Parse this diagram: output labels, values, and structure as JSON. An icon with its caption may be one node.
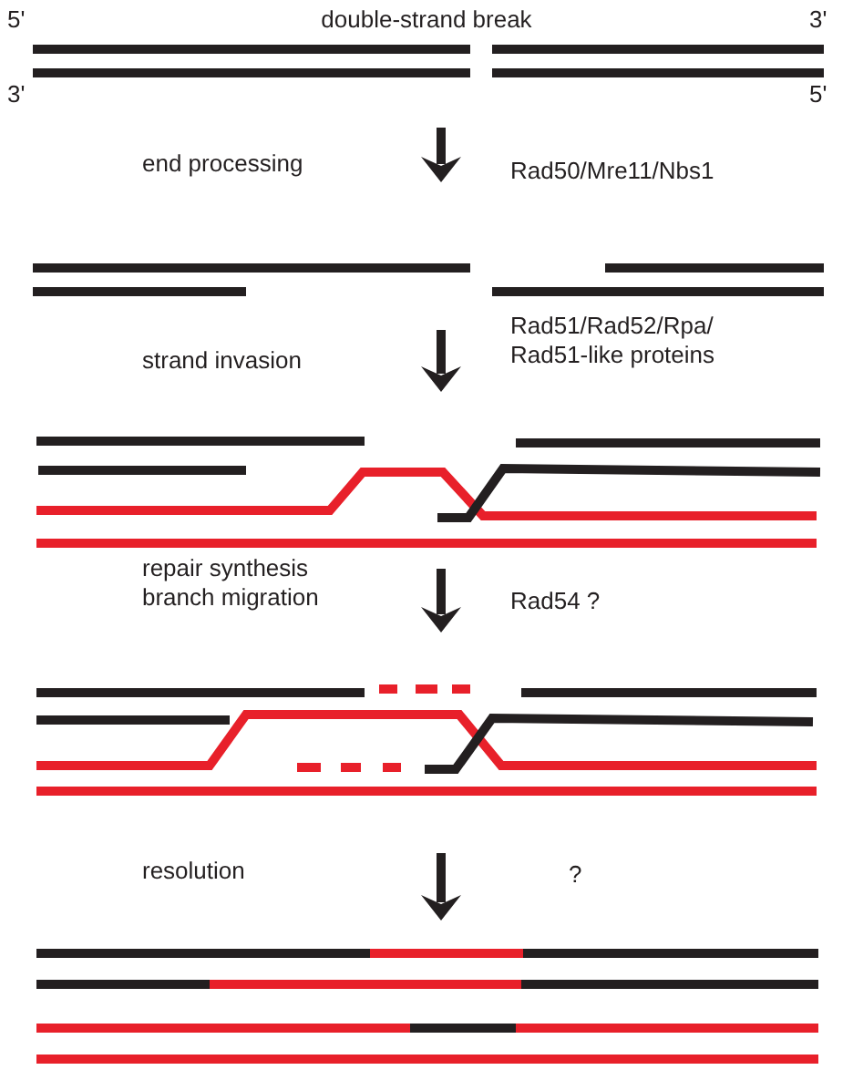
{
  "diagram": {
    "labels": [
      "5'",
      "double-strand break",
      "3'",
      "3'",
      "5'",
      "end processing",
      "Rad50/Mre11/Nbs1",
      "strand invasion",
      "Rad51/Rad52/Rpa/ Rad51-like proteins",
      "repair synthesis branch migration",
      "Rad54 ?",
      "resolution",
      "?"
    ]
  }
}
